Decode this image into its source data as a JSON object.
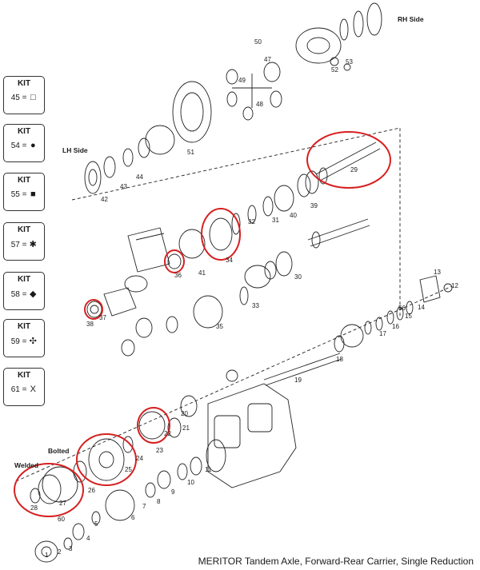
{
  "caption": "MERITOR Tandem Axle, Forward-Rear Carrier, Single Reduction",
  "side_labels": {
    "rh": "RH Side",
    "lh": "LH Side",
    "bolted": "Bolted",
    "welded": "Welded"
  },
  "kits": [
    {
      "title": "KIT",
      "number": "45",
      "equals": "=",
      "symbol": "□",
      "symbol_name": "hollow-square"
    },
    {
      "title": "KIT",
      "number": "54",
      "equals": "=",
      "symbol": "●",
      "symbol_name": "filled-circle"
    },
    {
      "title": "KIT",
      "number": "55",
      "equals": "=",
      "symbol": "■",
      "symbol_name": "filled-square"
    },
    {
      "title": "KIT",
      "number": "57",
      "equals": "=",
      "symbol": "✱",
      "symbol_name": "asterisk"
    },
    {
      "title": "KIT",
      "number": "58",
      "equals": "=",
      "symbol": "◆",
      "symbol_name": "filled-diamond"
    },
    {
      "title": "KIT",
      "number": "59",
      "equals": "=",
      "symbol": "✣",
      "symbol_name": "four-diamond"
    },
    {
      "title": "KIT",
      "number": "61",
      "equals": "=",
      "symbol": "X",
      "symbol_name": "letter-x"
    }
  ],
  "part_numbers": [
    "1",
    "2",
    "3",
    "4",
    "5",
    "6",
    "7",
    "8",
    "9",
    "10",
    "11",
    "12",
    "13",
    "14",
    "15",
    "16",
    "17",
    "18",
    "19",
    "20",
    "21",
    "22",
    "23",
    "24",
    "25",
    "26",
    "27",
    "28",
    "29",
    "30",
    "31",
    "32",
    "33",
    "34",
    "35",
    "36",
    "37",
    "38",
    "39",
    "40",
    "41",
    "42",
    "43",
    "44",
    "47",
    "48",
    "49",
    "50",
    "51",
    "52",
    "53",
    "56",
    "60"
  ],
  "highlight_color": "#d62020"
}
